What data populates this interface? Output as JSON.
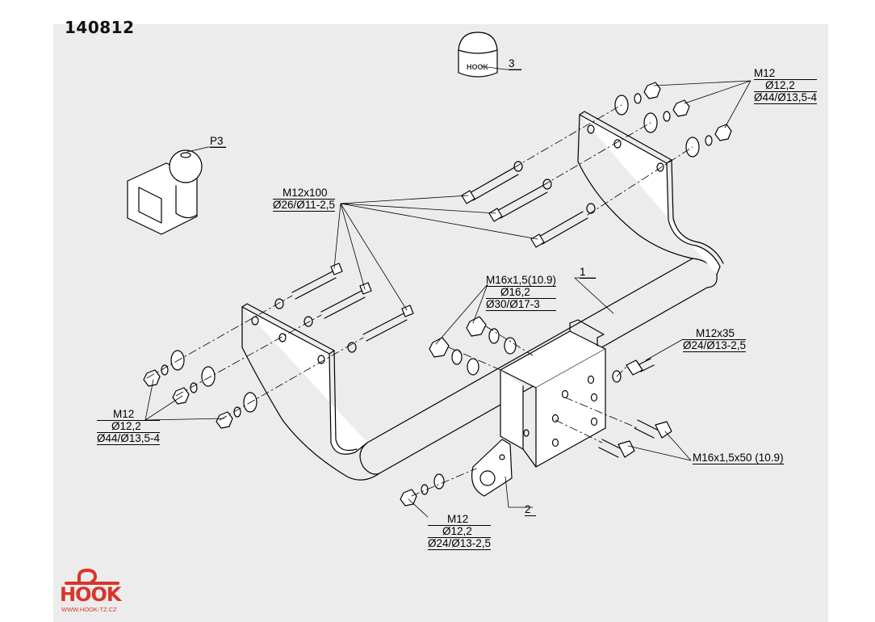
{
  "drawing_code": "140812",
  "labels": {
    "m12_top": [
      "M12",
      "Ø12,2",
      "Ø44/Ø13,5-4"
    ],
    "m12_left": [
      "M12",
      "Ø12,2",
      "Ø44/Ø13,5-4"
    ],
    "m12_bottom": [
      "M12",
      "Ø12,2",
      "Ø24/Ø13-2,5"
    ],
    "bolt_m12x100": [
      "M12x100",
      "Ø26/Ø11-2,5"
    ],
    "bolt_m16": [
      "M16x1,5(10.9)",
      "Ø16,2",
      "Ø30/Ø17-3"
    ],
    "bolt_m12x35": [
      "M12x35",
      "Ø24/Ø13-2,5"
    ],
    "bolt_m16x50": "M16x1,5x50 (10.9)",
    "part_1": "1",
    "part_2": "2",
    "part_3": "3",
    "part_p3": "P3"
  },
  "logo": {
    "word": "HOOK",
    "url": "WWW.HOOK-TZ.CZ",
    "color": "#d9342b"
  },
  "cap_logo": "HOOK"
}
